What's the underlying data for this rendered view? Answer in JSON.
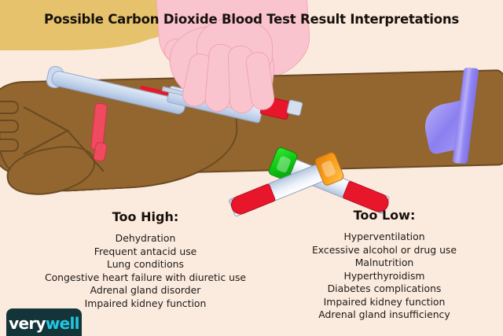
{
  "meta": {
    "kind": "medical-infographic",
    "background_color": "#fbeade"
  },
  "title": "Possible Carbon Dioxide Blood Test Result Interpretations",
  "columns": {
    "left": {
      "heading": "Too High:",
      "items": [
        "Dehydration",
        "Frequent antacid use",
        "Lung conditions",
        "Congestive heart failure with diuretic use",
        "Adrenal gland disorder",
        "Impaired kidney function"
      ]
    },
    "right": {
      "heading": "Too Low:",
      "items": [
        "Hyperventilation",
        "Excessive alcohol or drug use",
        "Malnutrition",
        "Hyperthyroidism",
        "Diabetes complications",
        "Impaired kidney function",
        "Adrenal gland insufficiency"
      ]
    }
  },
  "illustration": {
    "scene_description": "Gloved hand drawing blood from a patient's arm, with two filled collection tubes",
    "elements": [
      {
        "name": "patient-arm",
        "color": "#92662e"
      },
      {
        "name": "gloved-hand",
        "color": "#fac4cf"
      },
      {
        "name": "syringe",
        "color": "#c3d4ec"
      },
      {
        "name": "blood",
        "color": "#e8162a"
      },
      {
        "name": "elastic-band",
        "color": "#ef4a60"
      },
      {
        "name": "tourniquet",
        "color": "#8b7ff0"
      },
      {
        "name": "tube-cap-green",
        "color": "#0bc411"
      },
      {
        "name": "tube-cap-orange",
        "color": "#f79b18"
      },
      {
        "name": "gold-drape",
        "color": "#e5c26b"
      }
    ]
  },
  "logo": {
    "part_one": "very",
    "part_two": "well",
    "background_color": "#133438",
    "accent_color": "#21c7e0"
  }
}
